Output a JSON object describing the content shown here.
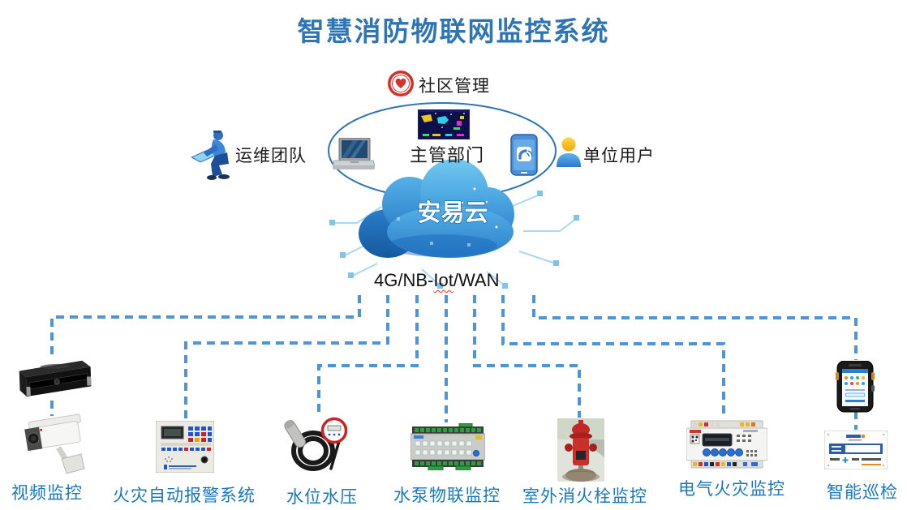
{
  "title": "智慧消防物联网监控系统",
  "top": {
    "community": {
      "label": "社区管理",
      "icon": "community-emblem-icon"
    },
    "ops_team": {
      "label": "运维团队",
      "icon": "maintenance-worker-icon"
    },
    "authority": {
      "label": "主管部门",
      "icon": "dashboard-screen-thumbnail"
    },
    "laptop_icon": "laptop-icon",
    "phone_icon": "smartphone-call-icon",
    "unit_users": {
      "label": "单位用户",
      "icon": "user-avatar-icon"
    },
    "cloud": {
      "label": "安易云"
    },
    "network": {
      "full_label": "4G/NB-Iot/WAN",
      "pre": "4G/NB-",
      "wavy": "Iot",
      "post": "/WAN"
    }
  },
  "devices": [
    {
      "label": "视频监控",
      "images": [
        "nvr-recorder-image",
        "cctv-camera-image"
      ]
    },
    {
      "label": "火灾自动报警系统",
      "images": [
        "fire-alarm-panel-image"
      ]
    },
    {
      "label": "水位水压",
      "images": [
        "water-level-pressure-sensor-image"
      ]
    },
    {
      "label": "水泵物联监控",
      "images": [
        "pump-iot-controller-image"
      ]
    },
    {
      "label": "室外消火栓监控",
      "images": [
        "fire-hydrant-image"
      ]
    },
    {
      "label": "电气火灾监控",
      "images": [
        "electrical-fire-monitor-image"
      ]
    },
    {
      "label": "智能巡检",
      "images": [
        "handheld-terminal-image",
        "inspection-tag-card-image"
      ]
    }
  ],
  "colors": {
    "title": "#2e75b6",
    "device_label": "#1778be",
    "connector_dash": "#4f94d4",
    "ellipse_stroke": "#2e75b6",
    "cloud_blue": "#3d9ad9",
    "cloud_dark_blue": "#1f6fc0",
    "emblem_red": "#d83028",
    "misspell_underline_red": "#ff2a1a"
  }
}
